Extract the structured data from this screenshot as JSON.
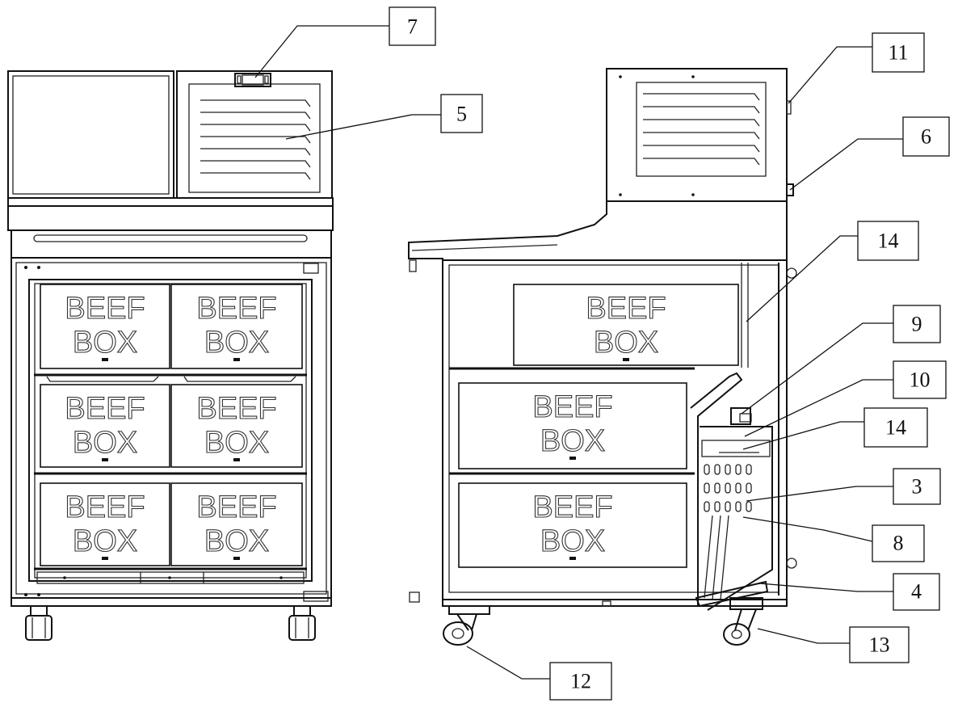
{
  "box_labels": {
    "line1": "BEEF",
    "line2": "BOX"
  },
  "callouts": [
    {
      "id": "c7",
      "number": "7"
    },
    {
      "id": "c5",
      "number": "5"
    },
    {
      "id": "c11",
      "number": "11"
    },
    {
      "id": "c6",
      "number": "6"
    },
    {
      "id": "c14a",
      "number": "14"
    },
    {
      "id": "c9",
      "number": "9"
    },
    {
      "id": "c10",
      "number": "10"
    },
    {
      "id": "c14b",
      "number": "14"
    },
    {
      "id": "c3",
      "number": "3"
    },
    {
      "id": "c8",
      "number": "8"
    },
    {
      "id": "c4",
      "number": "4"
    },
    {
      "id": "c13",
      "number": "13"
    },
    {
      "id": "c12",
      "number": "12"
    }
  ]
}
